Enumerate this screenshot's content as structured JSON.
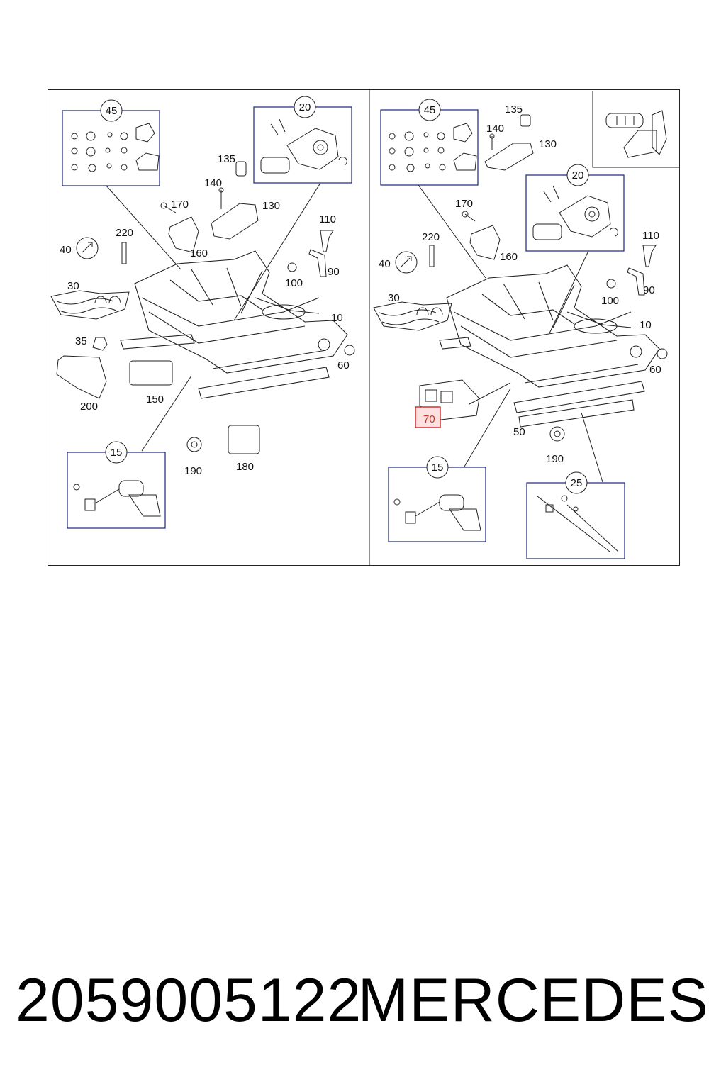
{
  "left_panel": {
    "callouts": {
      "c45": "45",
      "c20": "20",
      "c135": "135",
      "c140": "140",
      "c130": "130",
      "c170": "170",
      "c110": "110",
      "c220": "220",
      "c40": "40",
      "c160": "160",
      "c90": "90",
      "c100": "100",
      "c30": "30",
      "c10": "10",
      "c35": "35",
      "c60": "60",
      "c200": "200",
      "c150": "150",
      "c15": "15",
      "c190": "190",
      "c180": "180"
    }
  },
  "right_panel": {
    "callouts": {
      "c45": "45",
      "c135": "135",
      "c140": "140",
      "c130": "130",
      "c20": "20",
      "c170": "170",
      "c220": "220",
      "c110": "110",
      "c40": "40",
      "c160": "160",
      "c100": "100",
      "c90": "90",
      "c30": "30",
      "c10": "10",
      "c60": "60",
      "c70": "70",
      "c50": "50",
      "c190": "190",
      "c15": "15",
      "c25": "25"
    },
    "highlighted_callout": "70"
  },
  "colors": {
    "line": "#222222",
    "frame_blue": "#1a237e",
    "highlight_border": "#d32f2f",
    "highlight_fill": "#fde0e0"
  },
  "footer": {
    "part_number": "2059005122",
    "brand": "MERCEDES"
  }
}
